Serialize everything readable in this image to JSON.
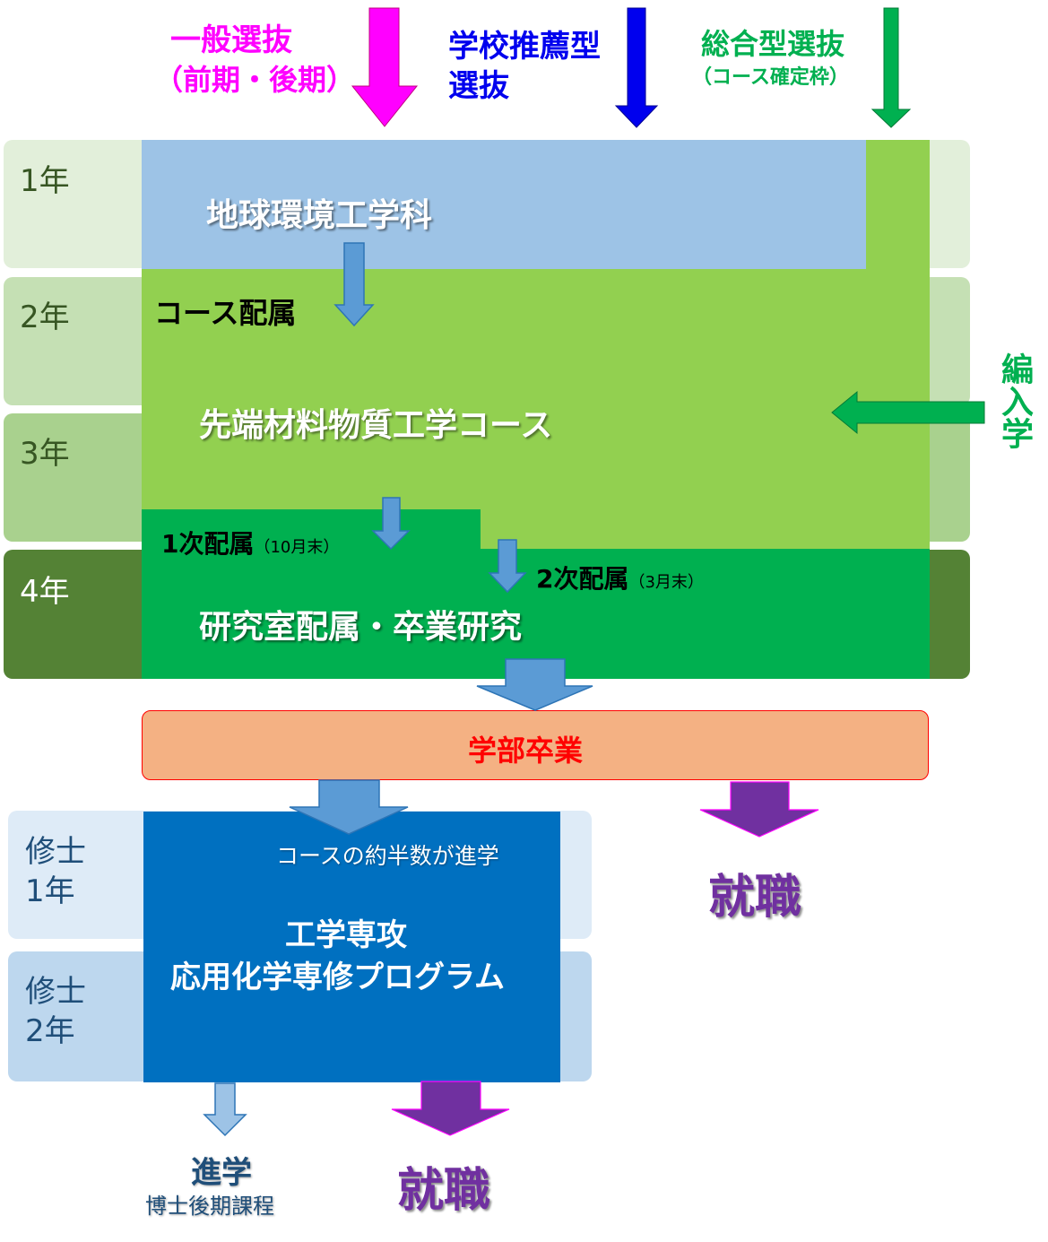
{
  "entry": {
    "general_line1": "一般選抜",
    "general_line2": "（前期・後期）",
    "school_line1": "学校推薦型",
    "school_line2": "選抜",
    "comprehensive_line1": "総合型選抜",
    "comprehensive_line2": "（コース確定枠）"
  },
  "years": {
    "y1": "1年",
    "y2": "2年",
    "y3": "3年",
    "y4": "4年",
    "m1_line1": "修士",
    "m1_line2": "1年",
    "m2_line1": "修士",
    "m2_line2": "2年"
  },
  "department": "地球環境工学科",
  "course_assignment": "コース配属",
  "course": "先端材料物質工学コース",
  "transfer": "編入学",
  "first_assignment": {
    "label": "1次配属",
    "note": "（10月末）"
  },
  "second_assignment": {
    "label": "2次配属",
    "note": "（3月末）"
  },
  "lab": "研究室配属・卒業研究",
  "graduation": "学部卒業",
  "employment": "就職",
  "masters": {
    "note": "コースの約半数が進学",
    "line1": "工学専攻",
    "line2": "応用化学専修プログラム"
  },
  "employment2": "就職",
  "doctoral": {
    "line1": "進学",
    "line2": "博士後期課程"
  },
  "colors": {
    "magenta": "#ff00ff",
    "blue": "#0000ee",
    "green_entry": "#00b050",
    "dept_blue": "#9dc3e6",
    "course_green": "#92d050",
    "lab_green": "#00b050",
    "grad_orange": "#f4b183",
    "grad_text": "#ff0000",
    "masters_blue": "#0070c0",
    "purple": "#7030a0",
    "arrow_blue": "#5b9bd5"
  }
}
